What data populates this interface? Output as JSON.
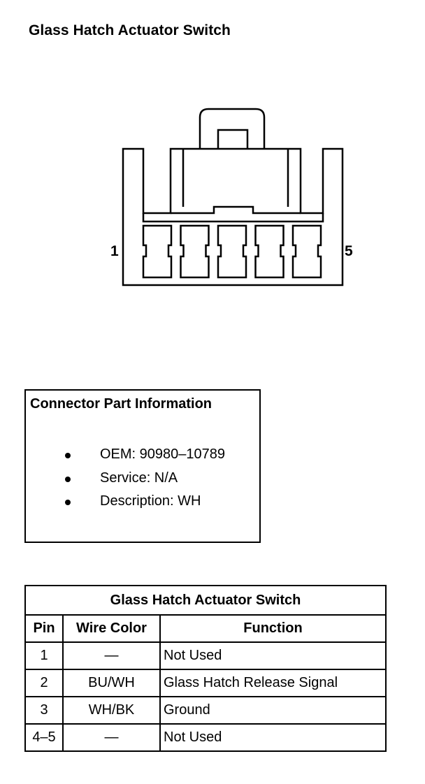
{
  "header": {
    "title": "Glass Hatch Actuator Switch"
  },
  "connector": {
    "pin_first_label": "1",
    "pin_last_label": "5",
    "cavity_count": 5
  },
  "part_info": {
    "title": "Connector Part Information",
    "items": [
      "OEM: 90980–10789",
      "Service: N/A",
      "Description: WH"
    ]
  },
  "pin_table": {
    "title": "Glass Hatch Actuator Switch",
    "headers": [
      "Pin",
      "Wire Color",
      "Function"
    ],
    "rows": [
      {
        "pin": "1",
        "wire_color": "—",
        "function": "Not Used"
      },
      {
        "pin": "2",
        "wire_color": "BU/WH",
        "function": "Glass Hatch Release Signal"
      },
      {
        "pin": "3",
        "wire_color": "WH/BK",
        "function": "Ground"
      },
      {
        "pin": "4–5",
        "wire_color": "—",
        "function": "Not Used"
      }
    ]
  }
}
